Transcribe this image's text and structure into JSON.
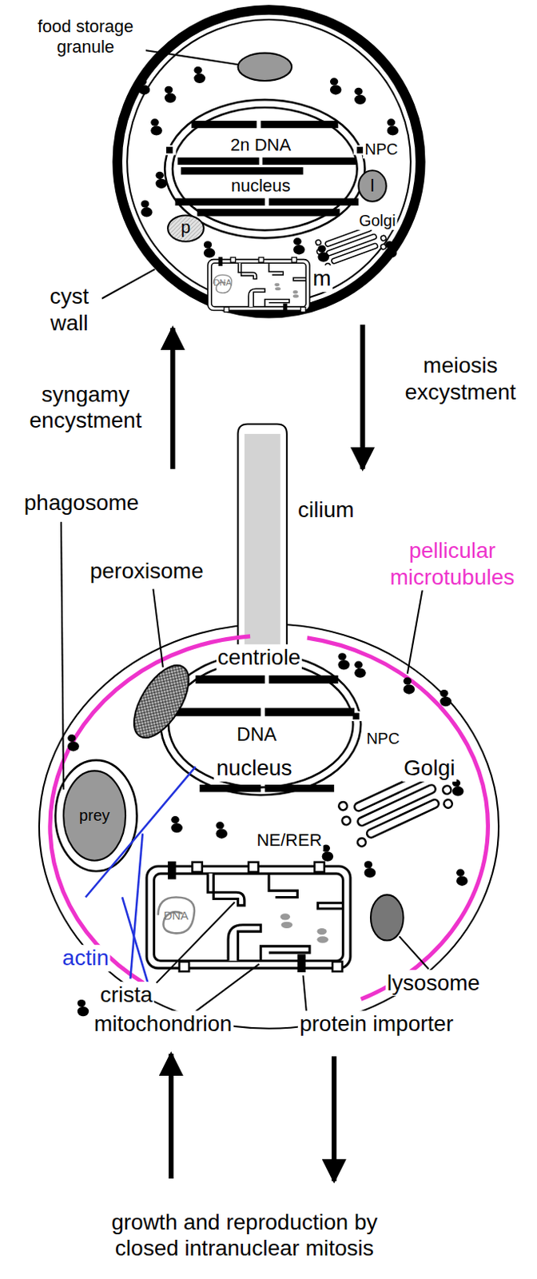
{
  "diagram": {
    "nodes": [
      {
        "text": [
          "2n DNA",
          "nucleus"
        ]
      },
      {
        "text": [
          "l"
        ]
      },
      {
        "text": [
          "p"
        ]
      },
      {
        "text": [
          "DNA"
        ]
      },
      {
        "text": [
          "DNA",
          "nucleus"
        ]
      },
      {
        "text": [
          "prey"
        ]
      },
      {
        "text": [
          "DNA"
        ]
      }
    ],
    "labels": [
      "food storage granule",
      "NPC",
      "Golgi",
      "m",
      "cyst wall",
      "syngamy encystment",
      "meiosis excystment",
      "cilium",
      "phagosome",
      "peroxisome",
      "pellicular microtubules",
      "centriole",
      "NPC",
      "Golgi",
      "NE/RER",
      "actin",
      "crista",
      "mitochondrion",
      "lysosome",
      "protein importer",
      "growth and reproduction by closed intranuclear mitosis"
    ]
  }
}
